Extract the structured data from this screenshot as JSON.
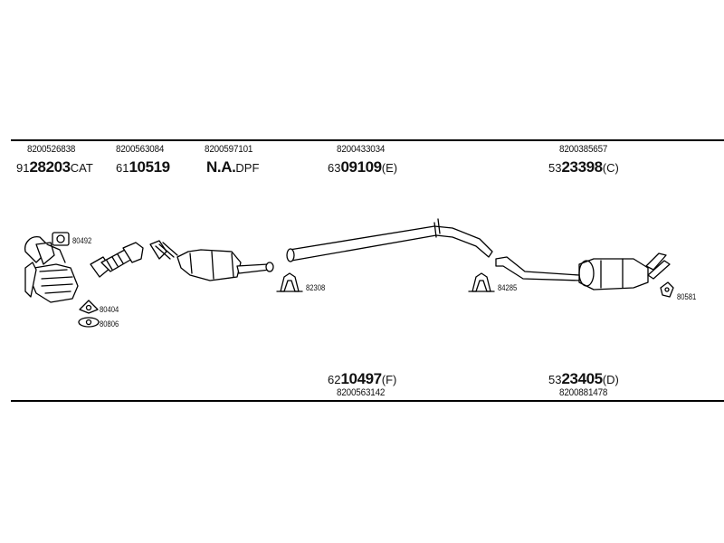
{
  "top_parts": [
    {
      "oem": "8200526838",
      "prefix": "91",
      "code": "28203",
      "suffix": "CAT"
    },
    {
      "oem": "8200563084",
      "prefix": "61",
      "code": "10519",
      "suffix": ""
    },
    {
      "oem": "8200597101",
      "prefix": "",
      "code": "N.A.",
      "suffix": "DPF"
    },
    {
      "oem": "8200433034",
      "prefix": "63",
      "code": "09109",
      "suffix": "(E)"
    },
    {
      "oem": "8200385657",
      "prefix": "53",
      "code": "23398",
      "suffix": "(C)"
    }
  ],
  "bottom_parts": [
    {
      "oem": "8200563142",
      "prefix": "62",
      "code": "10497",
      "suffix": "(F)"
    },
    {
      "oem": "8200881478",
      "prefix": "53",
      "code": "23405",
      "suffix": "(D)"
    }
  ],
  "small_parts": {
    "gasket_1": "80492",
    "gasket_2": "80404",
    "gasket_3": "80806",
    "clamp_1": "82308",
    "clamp_2": "84285",
    "hanger": "80581"
  }
}
